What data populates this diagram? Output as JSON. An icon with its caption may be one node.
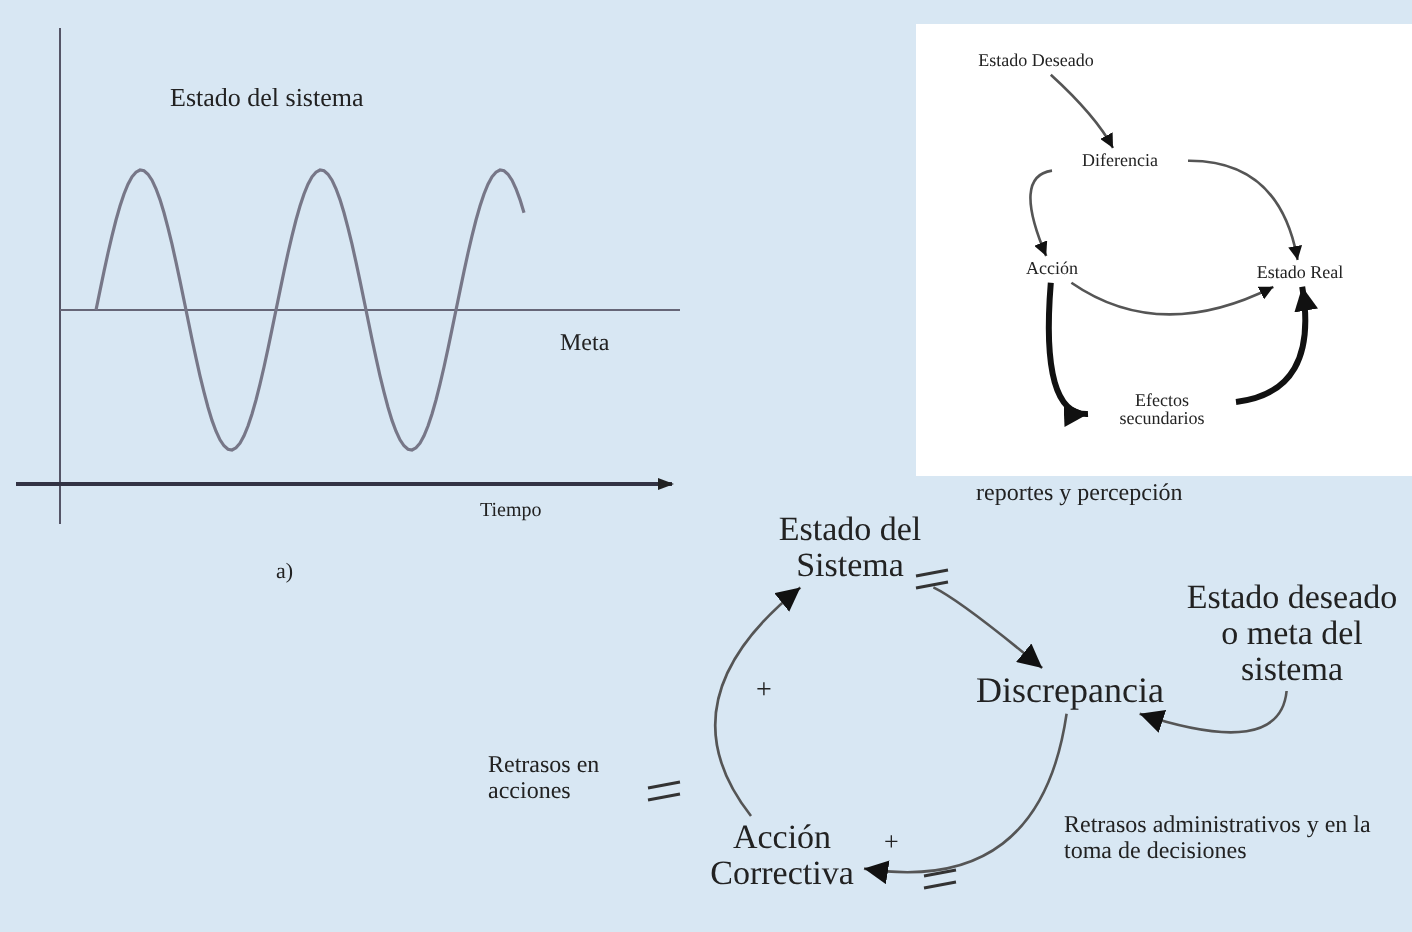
{
  "diagram": {
    "nodes": [
      {
        "text": [
          "Estado Deseado"
        ]
      },
      {
        "text": [
          "Diferencia"
        ]
      },
      {
        "text": [
          "Acción"
        ]
      },
      {
        "text": [
          "Estado Real"
        ]
      },
      {
        "text": [
          "Efectos secundarios"
        ]
      },
      {
        "text": [
          "Estado del Sistema"
        ]
      },
      {
        "text": [
          "Discrepancia"
        ]
      },
      {
        "text": [
          "Estado deseado o meta del sistema"
        ]
      },
      {
        "text": [
          "Acción Correctiva"
        ]
      }
    ],
    "edges": [
      {
        "from": 0,
        "to": 1,
        "arrow": "to"
      },
      {
        "from": 1,
        "to": 2,
        "arrow": "to"
      },
      {
        "from": 2,
        "to": 3,
        "arrow": "to"
      },
      {
        "from": 1,
        "to": 3,
        "arrow": "to"
      },
      {
        "from": 2,
        "to": 4,
        "arrow": "to",
        "style": "thick"
      },
      {
        "from": 4,
        "to": 3,
        "arrow": "to",
        "style": "thick"
      },
      {
        "from": 5,
        "to": 6,
        "arrow": "to",
        "label": "reportes y percepción"
      },
      {
        "from": 7,
        "to": 6,
        "arrow": "to"
      },
      {
        "from": 6,
        "to": 8,
        "arrow": "to",
        "label": "Retrasos administrativos y en la toma de decisiones"
      },
      {
        "from": 8,
        "to": 5,
        "arrow": "to",
        "label": "Retrasos en acciones"
      }
    ],
    "labels": [
      "Estado del sistema",
      "Meta",
      "Tiempo",
      "a)",
      "+",
      "+"
    ]
  }
}
